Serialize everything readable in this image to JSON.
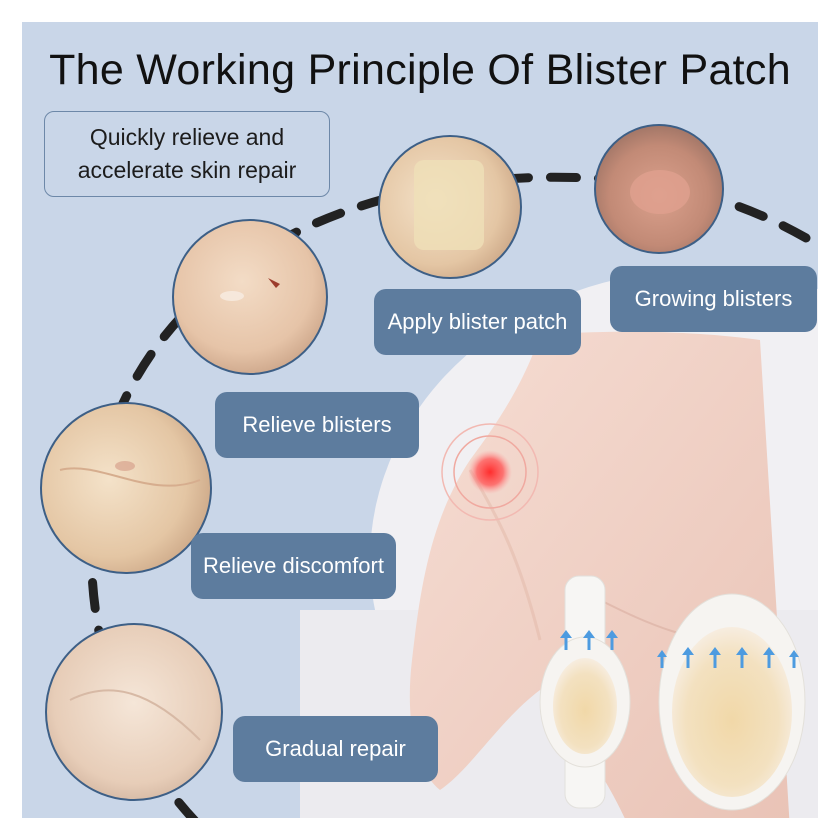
{
  "title": "The Working Principle Of Blister Patch",
  "note": [
    "Quickly relieve and",
    "accelerate skin repair"
  ],
  "steps": {
    "growing": "Growing blisters",
    "apply": "Apply blister patch",
    "relieve": "Relieve blisters",
    "discomfort": "Relieve discomfort",
    "repair": "Gradual repair"
  },
  "colors": {
    "background": "#c9d6e8",
    "label_fill": "#5d7c9e",
    "label_text": "#ffffff",
    "arrow": "#4d9be0",
    "dot": "#ff3b3b"
  }
}
